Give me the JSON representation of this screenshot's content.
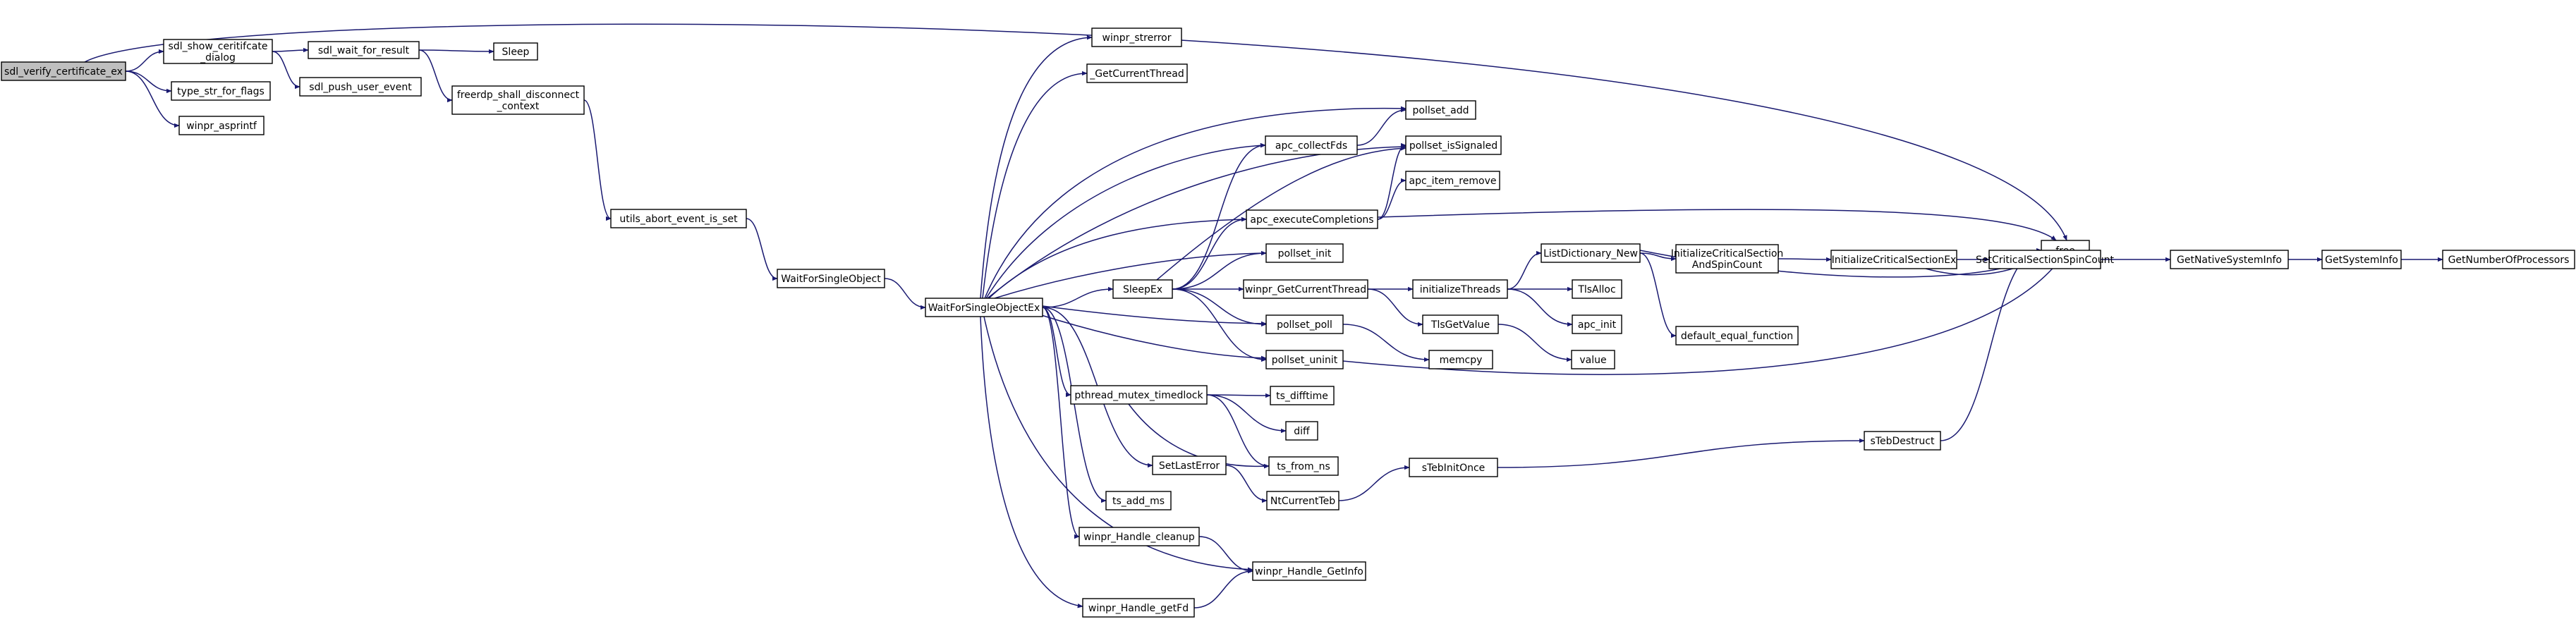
{
  "colors": {
    "edge": "#191970",
    "node_border": "#000000",
    "node_fill": "#ffffff",
    "root_fill": "#bfbfbf",
    "truncated_border": "#ff0000"
  },
  "nodes": [
    {
      "id": "n0",
      "label": [
        "sdl_verify_certificate_ex"
      ],
      "root": true
    },
    {
      "id": "n1",
      "label": [
        "sdl_show_ceritifcate",
        "_dialog"
      ]
    },
    {
      "id": "n2",
      "label": [
        "free"
      ]
    },
    {
      "id": "n3",
      "label": [
        "type_str_for_flags"
      ]
    },
    {
      "id": "n4",
      "label": [
        "winpr_asprintf"
      ]
    },
    {
      "id": "n5",
      "label": [
        "sdl_push_user_event"
      ]
    },
    {
      "id": "n6",
      "label": [
        "sdl_wait_for_result"
      ]
    },
    {
      "id": "n7",
      "label": [
        "Sleep"
      ]
    },
    {
      "id": "n8",
      "label": [
        "freerdp_shall_disconnect",
        "_context"
      ]
    },
    {
      "id": "n9",
      "label": [
        "utils_abort_event_is_set"
      ]
    },
    {
      "id": "n10",
      "label": [
        "WaitForSingleObject"
      ]
    },
    {
      "id": "n11",
      "label": [
        "WaitForSingleObjectEx"
      ]
    },
    {
      "id": "n12",
      "label": [
        "winpr_strerror"
      ]
    },
    {
      "id": "n13",
      "label": [
        "_GetCurrentThread"
      ]
    },
    {
      "id": "n14",
      "label": [
        "pollset_add"
      ]
    },
    {
      "id": "n15",
      "label": [
        "apc_collectFds"
      ]
    },
    {
      "id": "n16",
      "label": [
        "pollset_isSignaled"
      ]
    },
    {
      "id": "n17",
      "label": [
        "apc_item_remove"
      ]
    },
    {
      "id": "n18",
      "label": [
        "apc_executeCompletions"
      ]
    },
    {
      "id": "n19",
      "label": [
        "pollset_init"
      ]
    },
    {
      "id": "n20",
      "label": [
        "SleepEx"
      ]
    },
    {
      "id": "n21",
      "label": [
        "winpr_GetCurrentThread"
      ]
    },
    {
      "id": "n22",
      "label": [
        "pollset_poll"
      ]
    },
    {
      "id": "n23",
      "label": [
        "pollset_uninit"
      ]
    },
    {
      "id": "n24",
      "label": [
        "initializeThreads"
      ]
    },
    {
      "id": "n25",
      "label": [
        "TlsGetValue"
      ]
    },
    {
      "id": "n26",
      "label": [
        "memcpy"
      ]
    },
    {
      "id": "n27",
      "label": [
        "ListDictionary_New"
      ]
    },
    {
      "id": "n28",
      "label": [
        "TlsAlloc"
      ]
    },
    {
      "id": "n29",
      "label": [
        "apc_init"
      ]
    },
    {
      "id": "n30",
      "label": [
        "value"
      ]
    },
    {
      "id": "n31",
      "label": [
        "InitializeCriticalSection",
        "AndSpinCount"
      ]
    },
    {
      "id": "n32",
      "label": [
        "default_equal_function"
      ]
    },
    {
      "id": "n33",
      "label": [
        "InitializeCriticalSectionEx"
      ]
    },
    {
      "id": "n34",
      "label": [
        "SetCriticalSectionSpinCount"
      ]
    },
    {
      "id": "n35",
      "label": [
        "GetNativeSystemInfo"
      ]
    },
    {
      "id": "n36",
      "label": [
        "GetSystemInfo"
      ],
      "truncated": true
    },
    {
      "id": "n37",
      "label": [
        "GetNumberOfProcessors"
      ],
      "truncated": true
    },
    {
      "id": "n38",
      "label": [
        "pthread_mutex_timedlock"
      ]
    },
    {
      "id": "n39",
      "label": [
        "ts_difftime"
      ]
    },
    {
      "id": "n40",
      "label": [
        "diff"
      ]
    },
    {
      "id": "n41",
      "label": [
        "ts_from_ns"
      ]
    },
    {
      "id": "n42",
      "label": [
        "SetLastError"
      ]
    },
    {
      "id": "n43",
      "label": [
        "NtCurrentTeb"
      ]
    },
    {
      "id": "n44",
      "label": [
        "sTebInitOnce"
      ]
    },
    {
      "id": "n45",
      "label": [
        "sTebDestruct"
      ]
    },
    {
      "id": "n46",
      "label": [
        "ts_add_ms"
      ]
    },
    {
      "id": "n47",
      "label": [
        "winpr_Handle_cleanup"
      ]
    },
    {
      "id": "n48",
      "label": [
        "winpr_Handle_GetInfo"
      ]
    },
    {
      "id": "n49",
      "label": [
        "winpr_Handle_getFd"
      ]
    }
  ]
}
